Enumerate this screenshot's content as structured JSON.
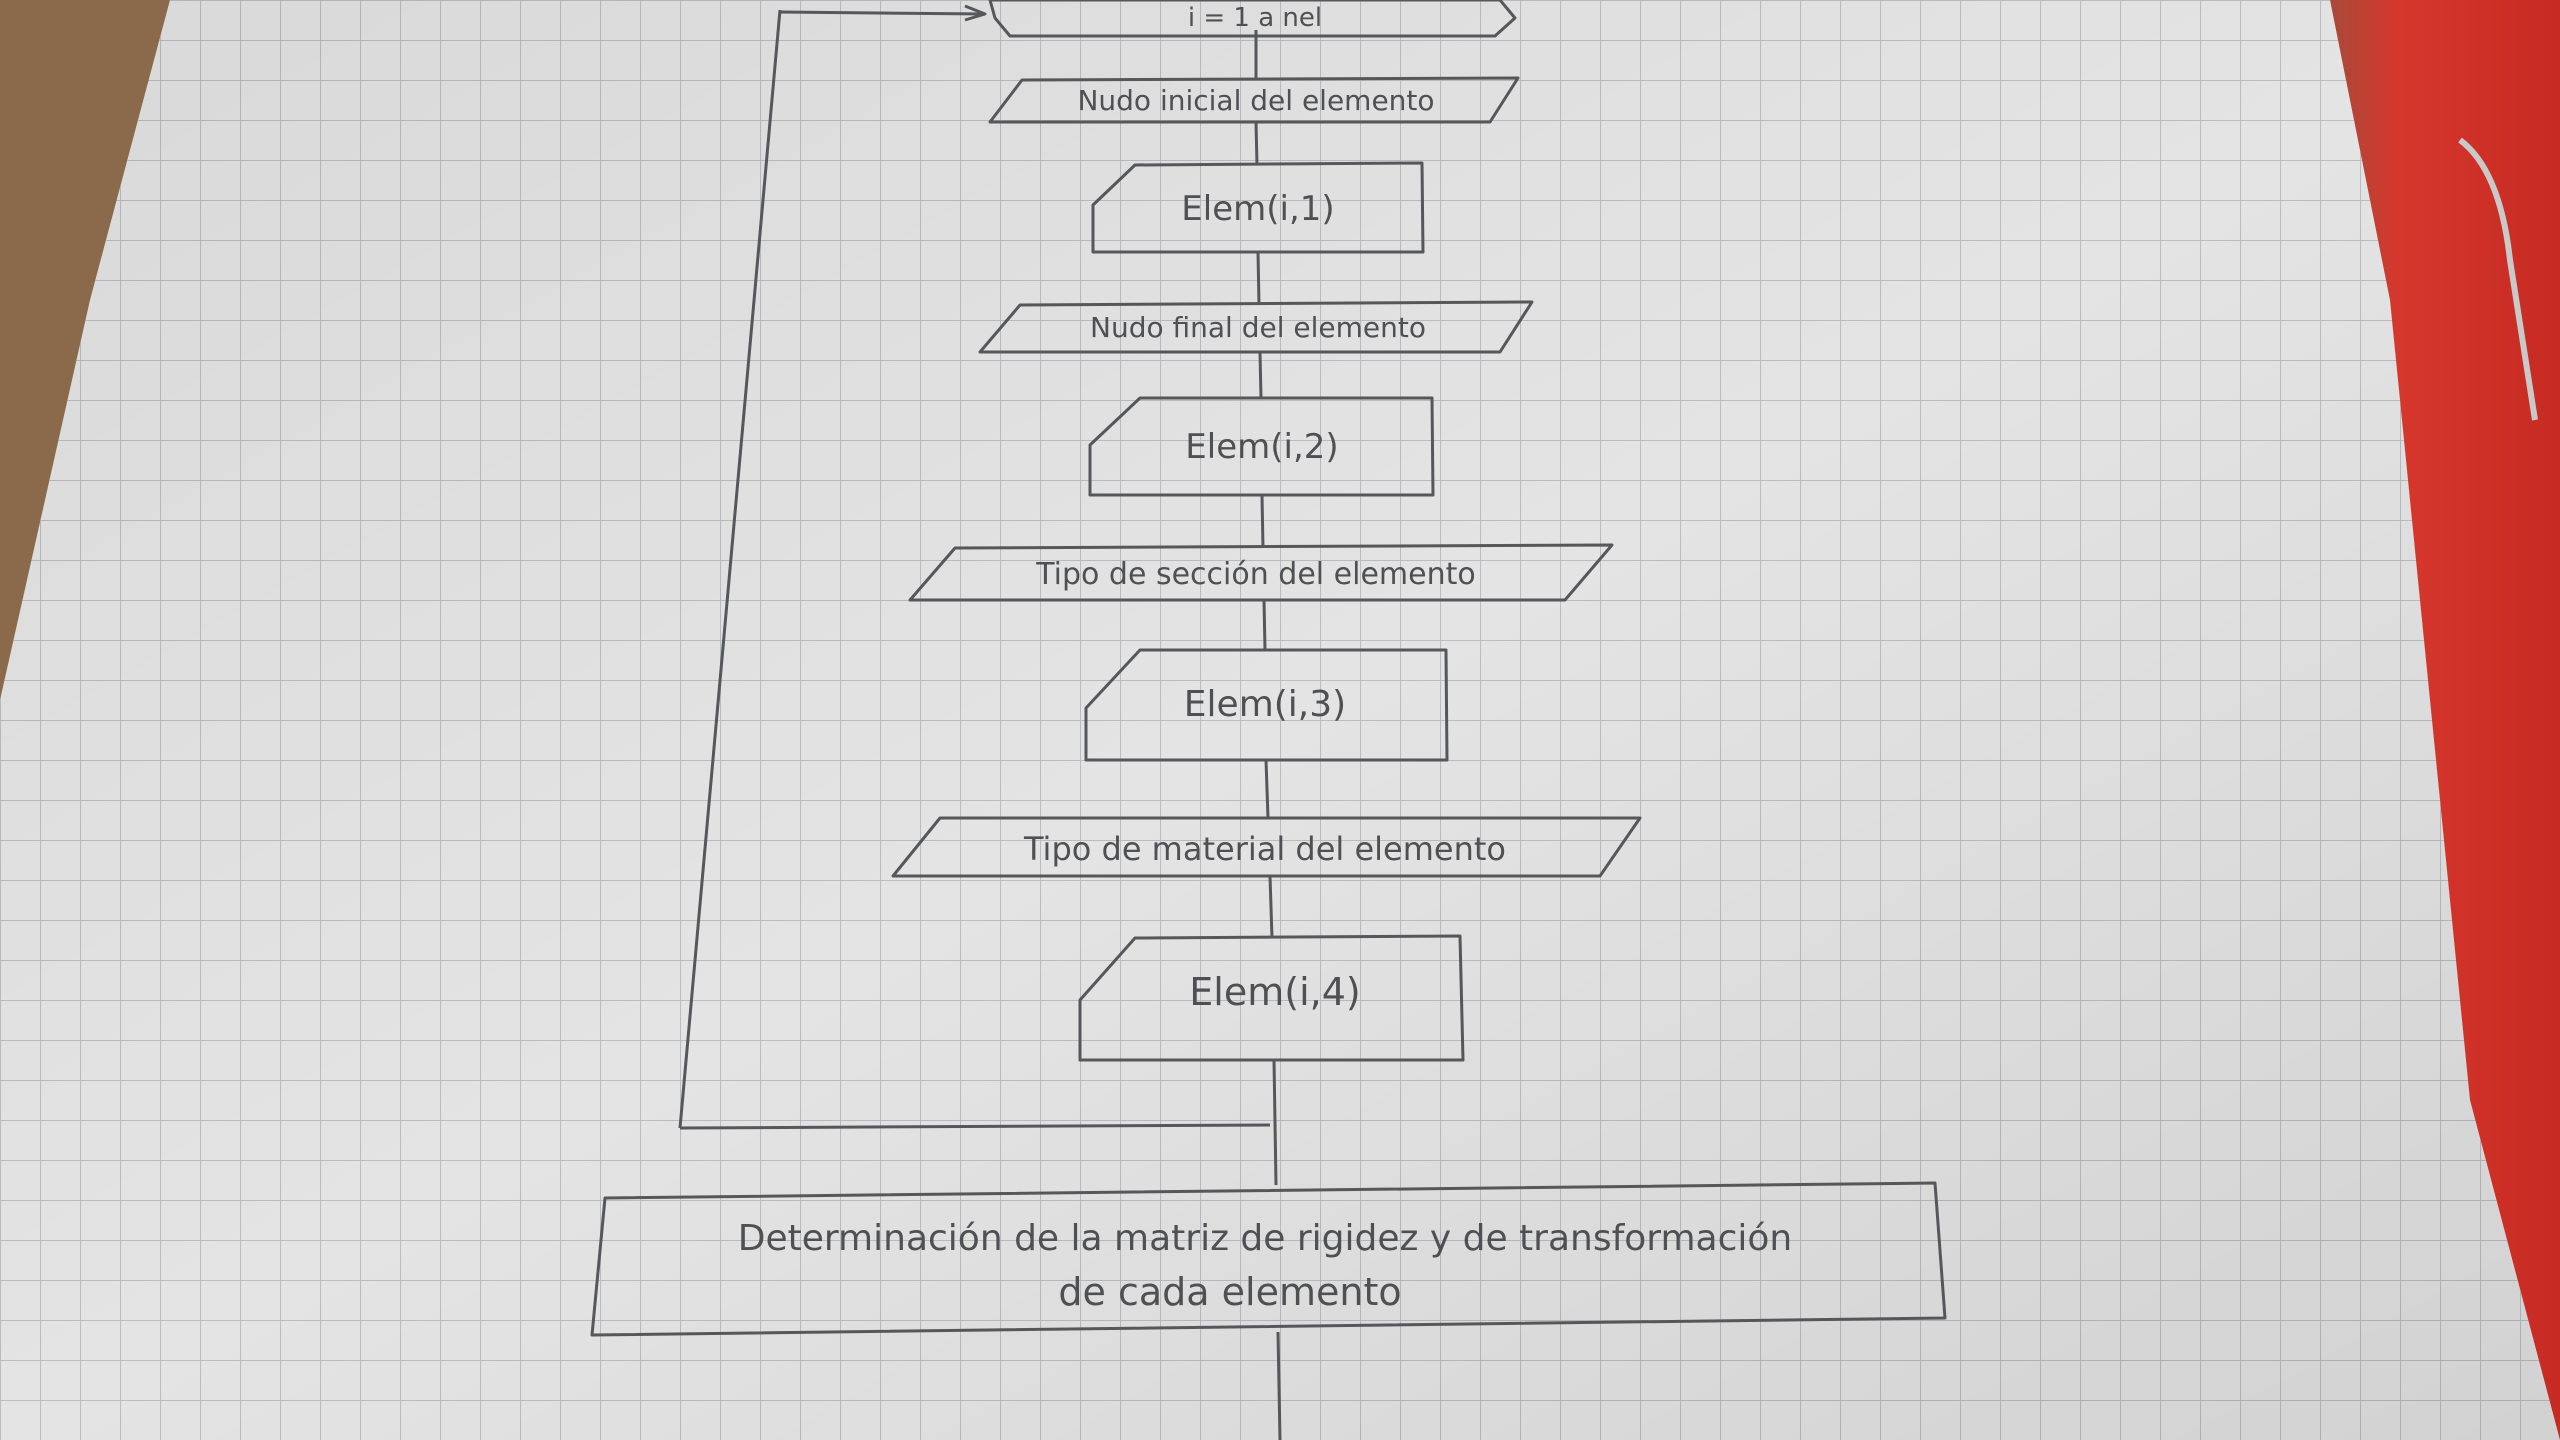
{
  "diagram": {
    "loop_header": "i = 1 a nel",
    "steps": [
      {
        "type": "input",
        "label": "Nudo inicial del elemento"
      },
      {
        "type": "card",
        "label": "Elem(i,1)"
      },
      {
        "type": "input",
        "label": "Nudo final del elemento"
      },
      {
        "type": "card",
        "label": "Elem(i,2)"
      },
      {
        "type": "input",
        "label": "Tipo de sección del elemento"
      },
      {
        "type": "card",
        "label": "Elem(i,3)"
      },
      {
        "type": "input",
        "label": "Tipo de material del elemento"
      },
      {
        "type": "card",
        "label": "Elem(i,4)"
      }
    ],
    "process": {
      "line1": "Determinación de la matriz de rigidez y de transformación",
      "line2": "de cada elemento"
    }
  },
  "colors": {
    "paper": "#e4e4e4",
    "grid": "#b9bcc2",
    "pencil": "#55575b",
    "desk": "#8a6a4a",
    "red_binder": "#d6372d"
  }
}
